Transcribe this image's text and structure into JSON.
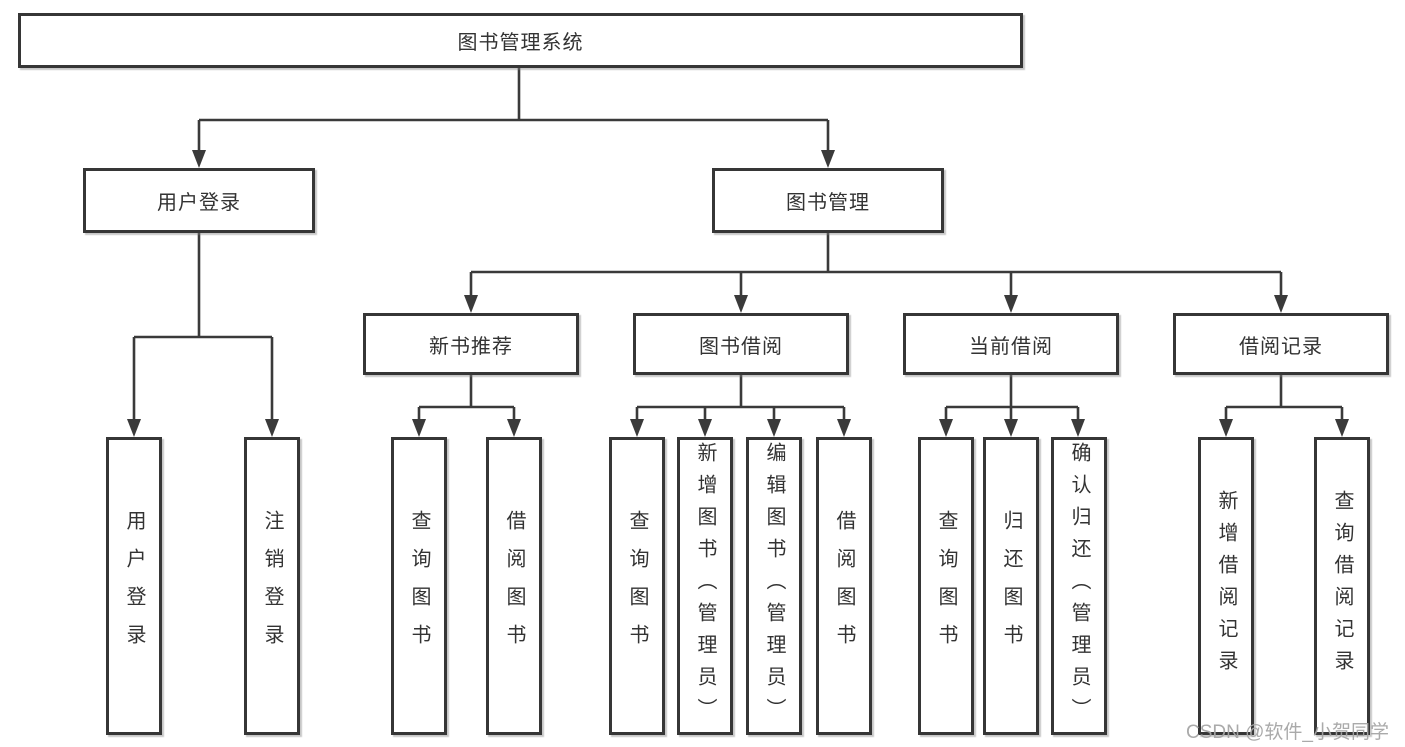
{
  "title": "图书管理系统",
  "level2": [
    {
      "label": "用户登录",
      "children": [
        "用户登录",
        "注销登录"
      ]
    },
    {
      "label": "图书管理"
    }
  ],
  "sections": [
    {
      "label": "新书推荐",
      "children": [
        "查询图书",
        "借阅图书"
      ]
    },
    {
      "label": "图书借阅",
      "children": [
        "查询图书",
        "新增图书（管理员）",
        "编辑图书（管理员）",
        "借阅图书"
      ]
    },
    {
      "label": "当前借阅",
      "children": [
        "查询图书",
        "归还图书",
        "确认归还（管理员）"
      ]
    },
    {
      "label": "借阅记录",
      "children": [
        "新增借阅记录",
        "查询借阅记录"
      ]
    }
  ],
  "watermark": "CSDN @软件_小贺同学",
  "colors": {
    "line": "#3a3a3a",
    "border": "#363636",
    "text": "#333333",
    "watermark": "#a5a5a5",
    "background": "#ffffff"
  }
}
